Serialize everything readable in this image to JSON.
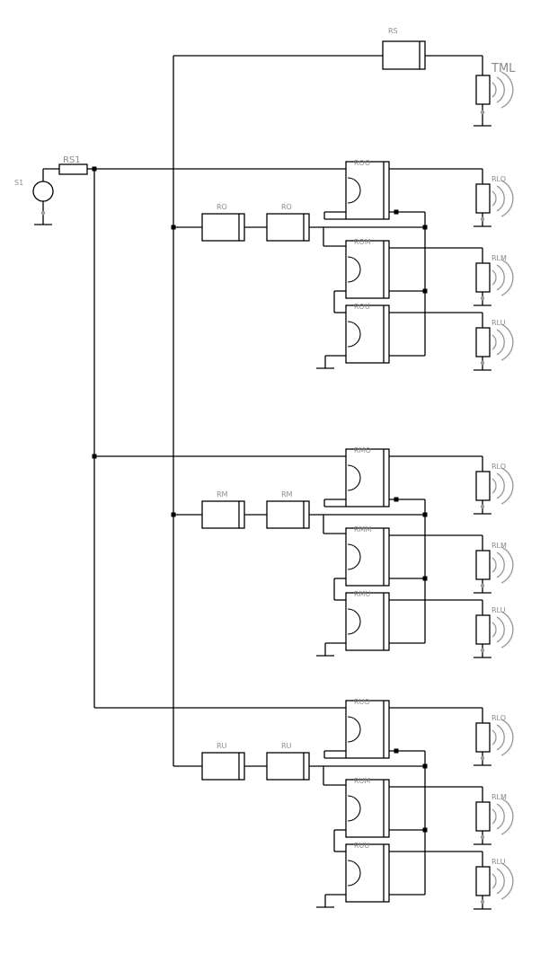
{
  "source_label": "S1",
  "source_resistor_label": "RS1",
  "top_resistor_label": "RS",
  "tml_label": "TML",
  "groups": [
    {
      "line_labels": [
        "RO",
        "RO"
      ],
      "blocks": [
        "ROO",
        "ROM",
        "ROU"
      ],
      "loads": [
        "RLO",
        "RLM",
        "RLU"
      ]
    },
    {
      "line_labels": [
        "RM",
        "RM"
      ],
      "blocks": [
        "RMO",
        "RMM",
        "RMU"
      ],
      "loads": [
        "RLO",
        "RLM",
        "RLU"
      ]
    },
    {
      "line_labels": [
        "RU",
        "RU"
      ],
      "blocks": [
        "RUO",
        "RUM",
        "RUU"
      ],
      "loads": [
        "RLO",
        "RLM",
        "RLU"
      ]
    }
  ]
}
